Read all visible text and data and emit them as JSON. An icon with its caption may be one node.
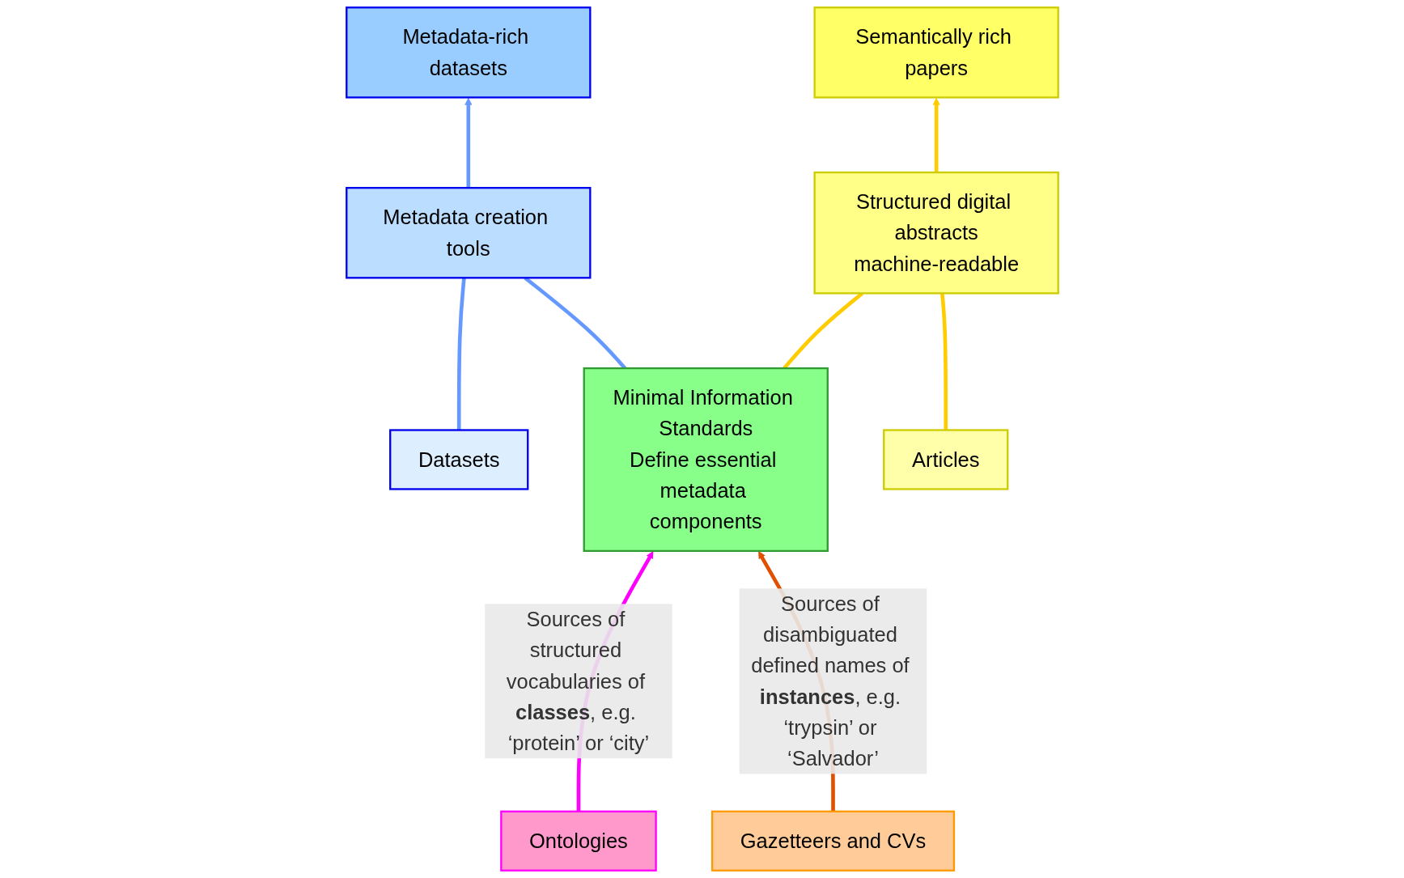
{
  "diagram": {
    "nodes": [
      {
        "text": [
          "Metadata-rich datasets"
        ]
      },
      {
        "text": [
          "Semantically rich papers"
        ]
      },
      {
        "text": [
          "Metadata creation tools"
        ]
      },
      {
        "text": [
          "Structured digital abstracts",
          "machine-readable"
        ]
      },
      {
        "text": [
          "Datasets"
        ]
      },
      {
        "text": [
          "Minimal Information Standards",
          "Define essential metadata components"
        ]
      },
      {
        "text": [
          "Articles"
        ]
      },
      {
        "text": [
          "Ontologies"
        ]
      },
      {
        "text": [
          "Gazetteers and CVs"
        ]
      }
    ],
    "edges": [
      {
        "from": 2,
        "to": 0,
        "arrow": "to",
        "color": "#6699ff"
      },
      {
        "from": 3,
        "to": 1,
        "arrow": "to",
        "color": "#ffcc00"
      },
      {
        "from": 4,
        "to": 2,
        "arrow": "none",
        "color": "#6699ff"
      },
      {
        "from": 5,
        "to": 2,
        "arrow": "none",
        "color": "#6699ff"
      },
      {
        "from": 5,
        "to": 3,
        "arrow": "none",
        "color": "#ffcc00"
      },
      {
        "from": 6,
        "to": 3,
        "arrow": "none",
        "color": "#ffcc00"
      },
      {
        "from": 7,
        "to": 5,
        "arrow": "to",
        "color": "#ff00ff",
        "label": "Sources of structured vocabularies of **classes**, e.g. ‘protein’ or ‘city’"
      },
      {
        "from": 8,
        "to": 5,
        "arrow": "to",
        "color": "#e05000",
        "label": "Sources of disambiguated defined names of **instances**, e.g. ‘trypsin’ or ‘Salvador’"
      }
    ]
  }
}
